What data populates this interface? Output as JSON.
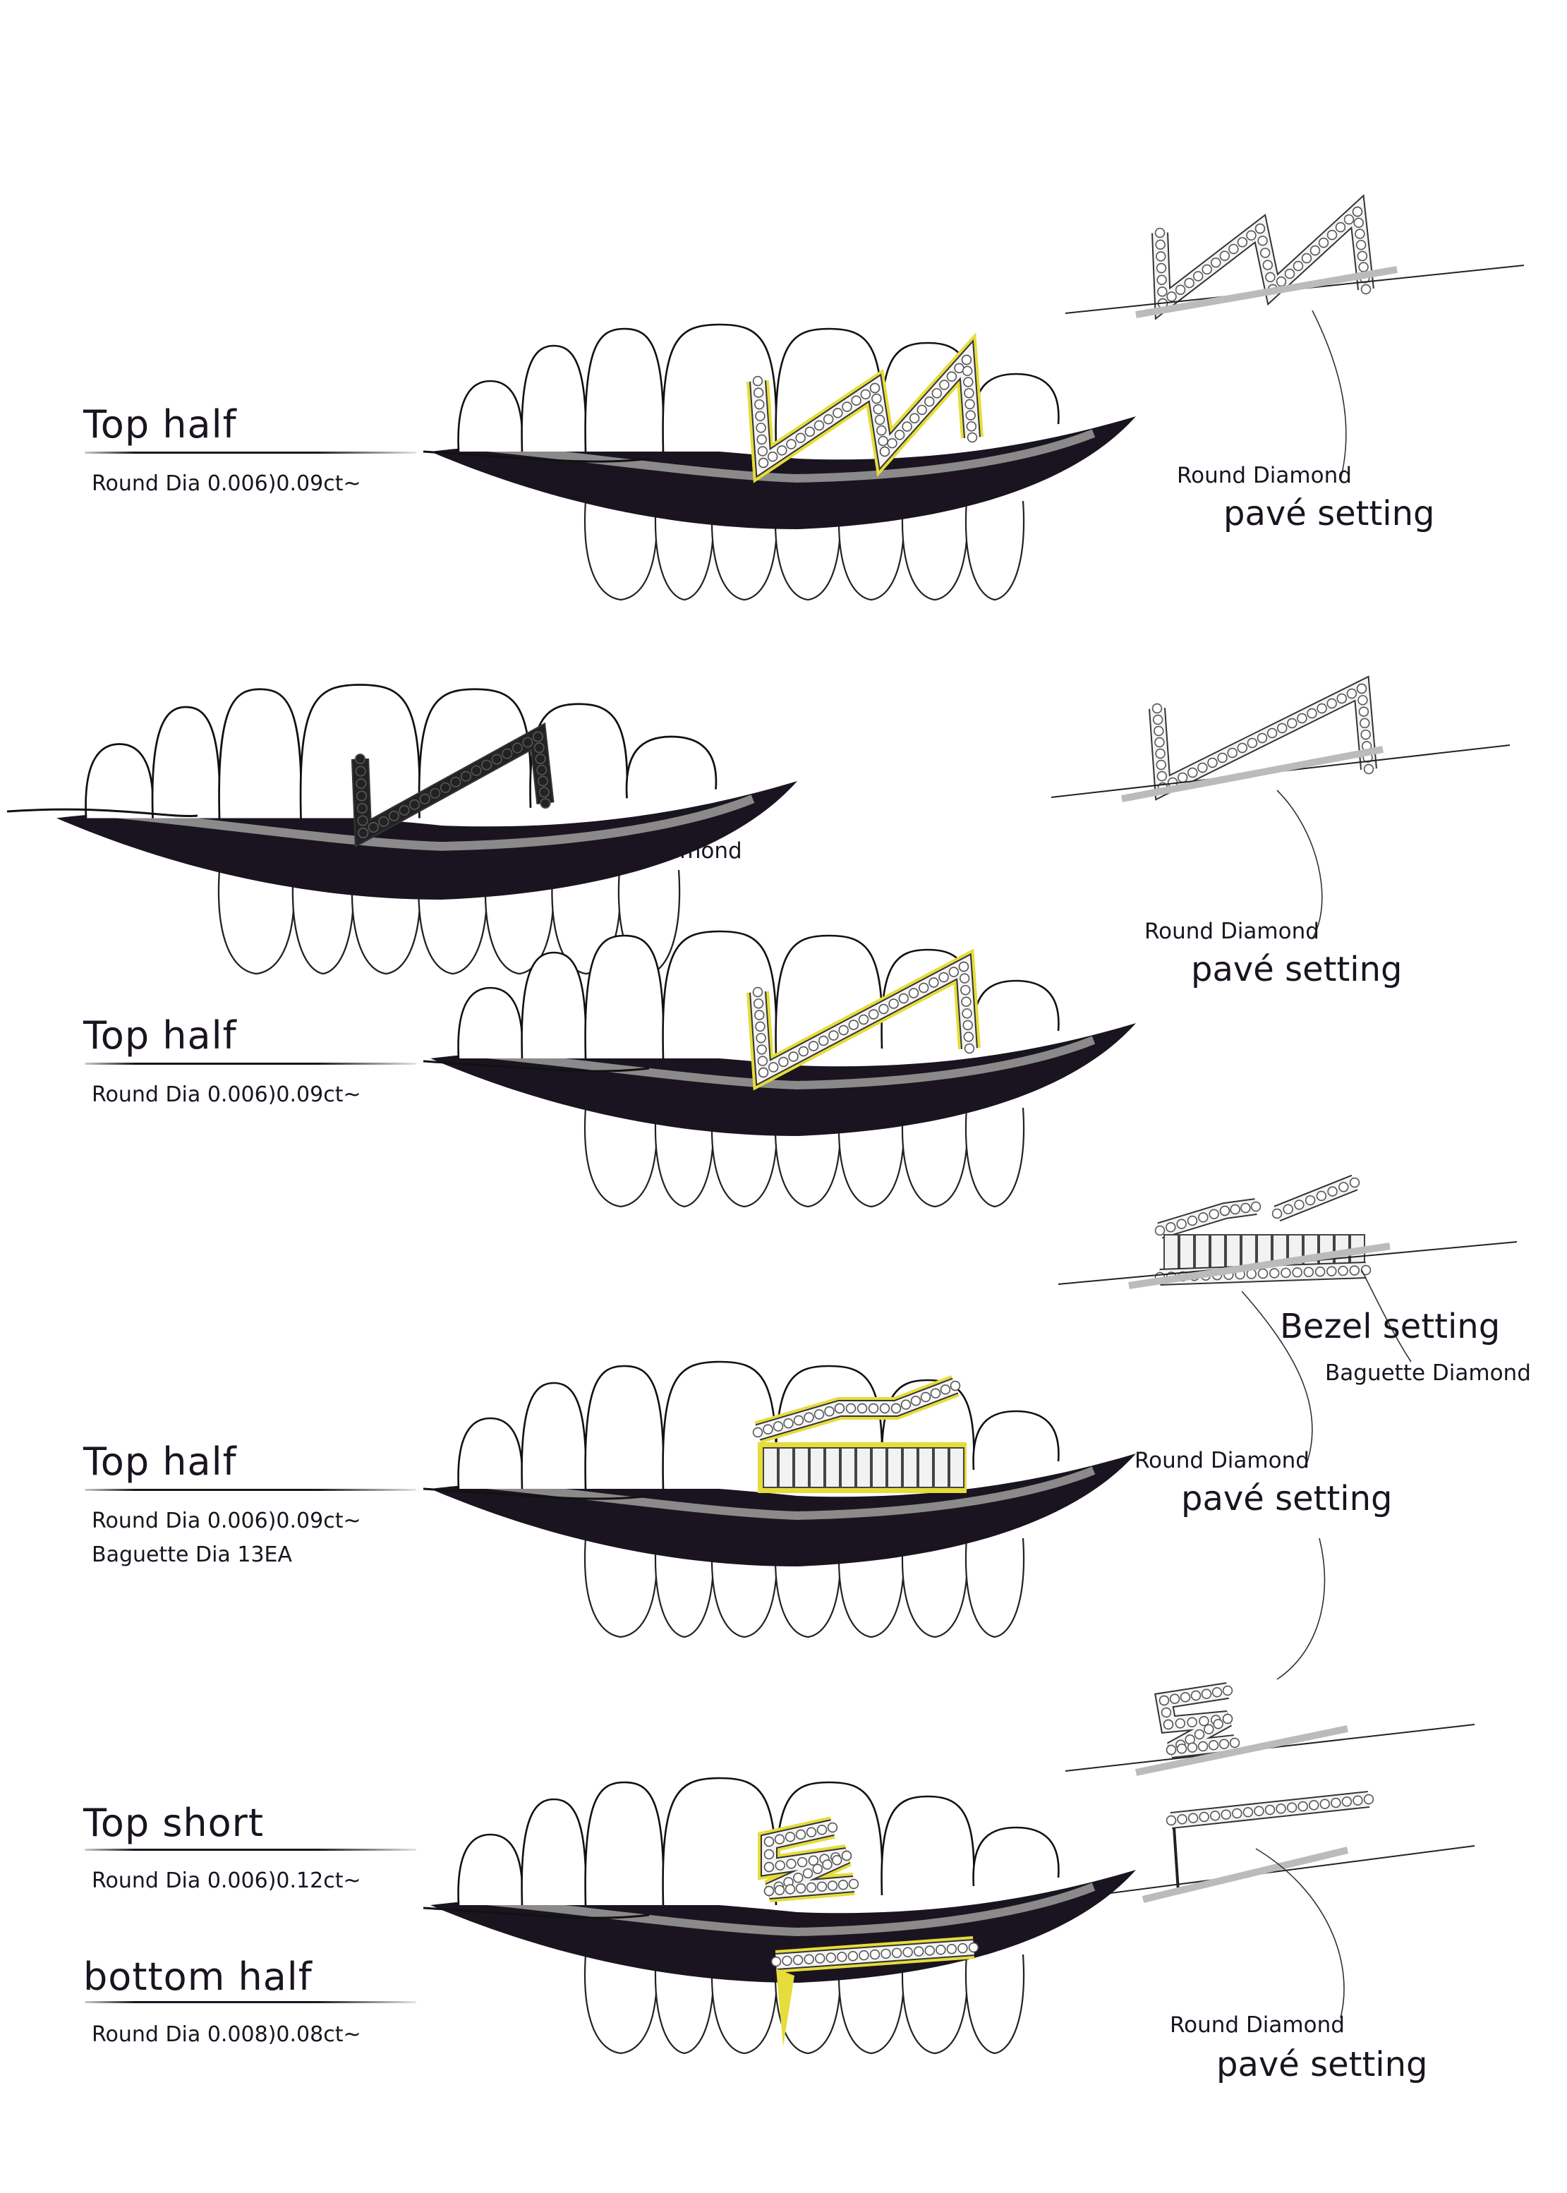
{
  "sections": [
    {
      "title": "Top half",
      "specs": [
        "Round Dia 0.006)0.09ct~"
      ]
    },
    {
      "title": "Top half",
      "specs": [
        "Round Dia 0.006)0.09ct~"
      ]
    },
    {
      "title": "Top half",
      "specs": [
        "Round Dia 0.006)0.09ct~",
        "Baguette Dia 13EA"
      ]
    },
    {
      "title": "Top short",
      "specs": [
        "Round Dia 0.006)0.12ct~"
      ]
    },
    {
      "title": "bottom half",
      "specs": [
        "Round Dia 0.008)0.08ct~"
      ]
    }
  ],
  "callouts": {
    "black_diamond": "Black Diamond",
    "detail1": {
      "stone": "Round Diamond",
      "setting": "pavé setting"
    },
    "detail2": {
      "stone": "Round Diamond",
      "setting": "pavé setting"
    },
    "detail3": {
      "setting": "Bezel setting",
      "stone": "Baguette Diamond"
    },
    "detail3b": {
      "stone": "Round Diamond",
      "setting": "pavé setting"
    },
    "detail4": {
      "stone": "Round Diamond",
      "setting": "pavé setting"
    }
  },
  "colors": {
    "gold": "#e6dc3c",
    "gum": "#1a1420",
    "shadow": "#8a8a8a",
    "black_stone": "#222222"
  }
}
